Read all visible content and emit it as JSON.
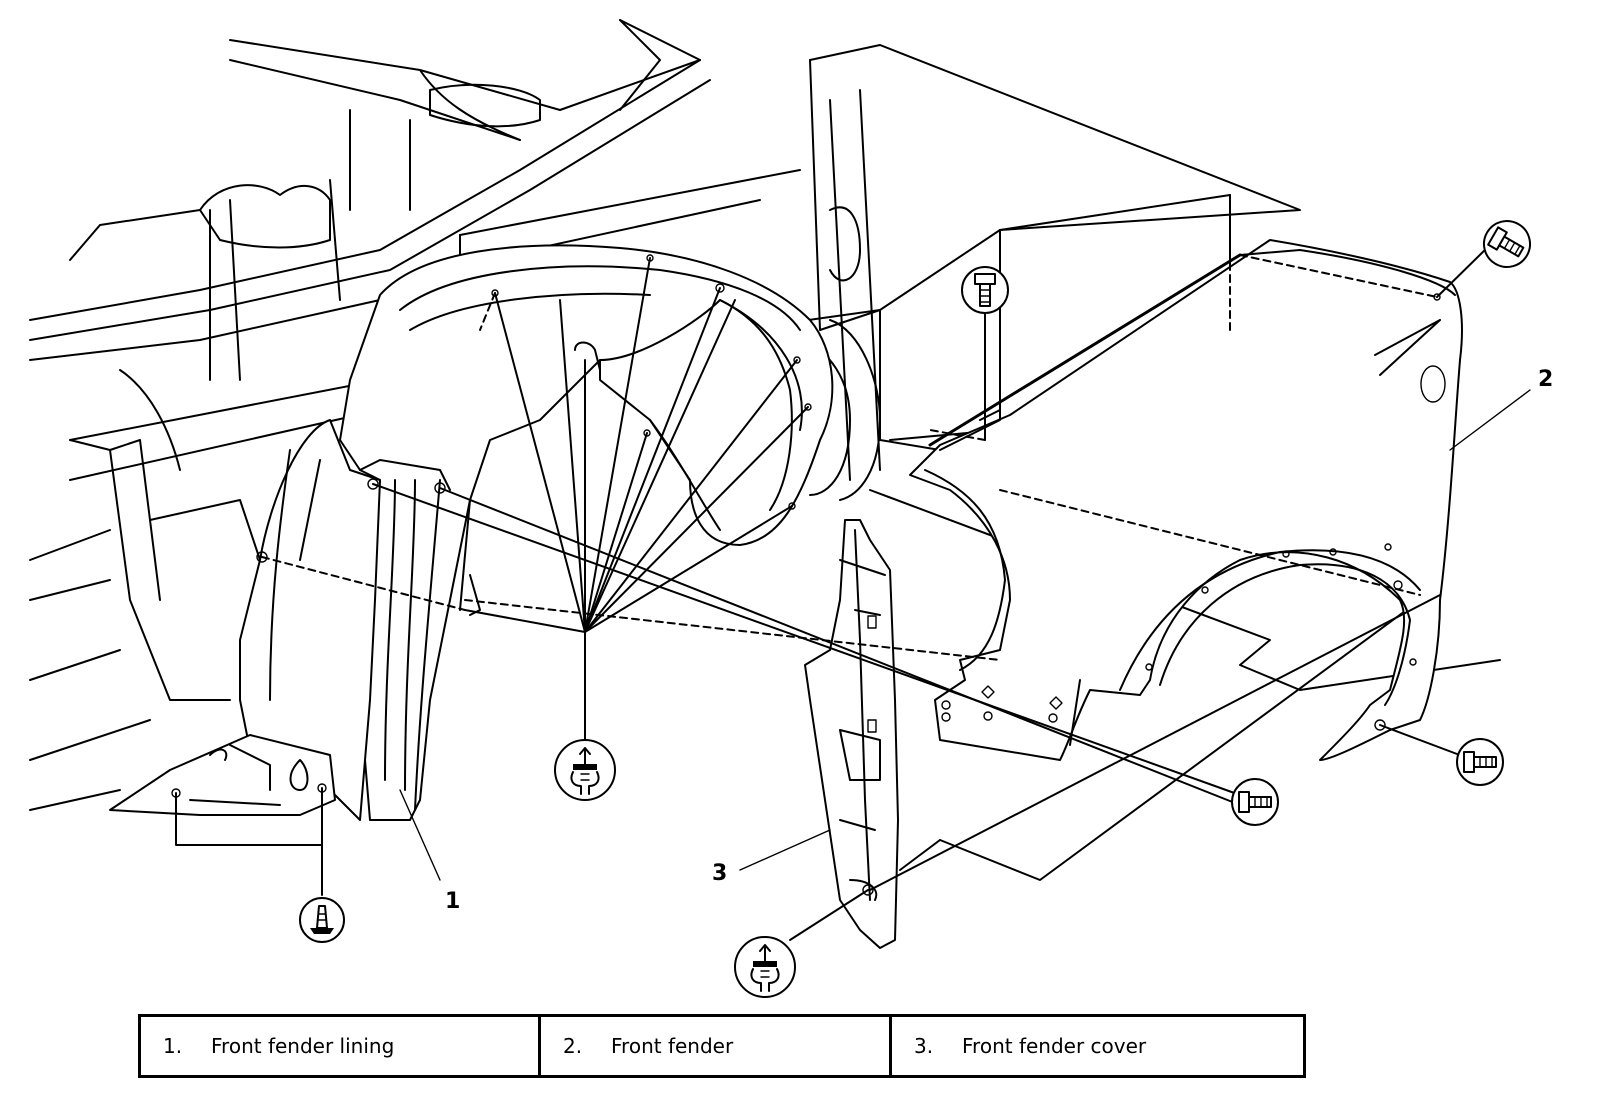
{
  "callouts": [
    {
      "number": "1",
      "name": "Front fender lining"
    },
    {
      "number": "2",
      "name": "Front fender"
    },
    {
      "number": "3",
      "name": "Front fender cover"
    }
  ],
  "legend": [
    {
      "number": "1.",
      "label": "Front fender lining"
    },
    {
      "number": "2.",
      "label": "Front fender"
    },
    {
      "number": "3.",
      "label": "Front fender cover"
    }
  ],
  "fastener_symbols": [
    "bolt-icon",
    "push-clip-icon",
    "screw-clip-icon"
  ]
}
